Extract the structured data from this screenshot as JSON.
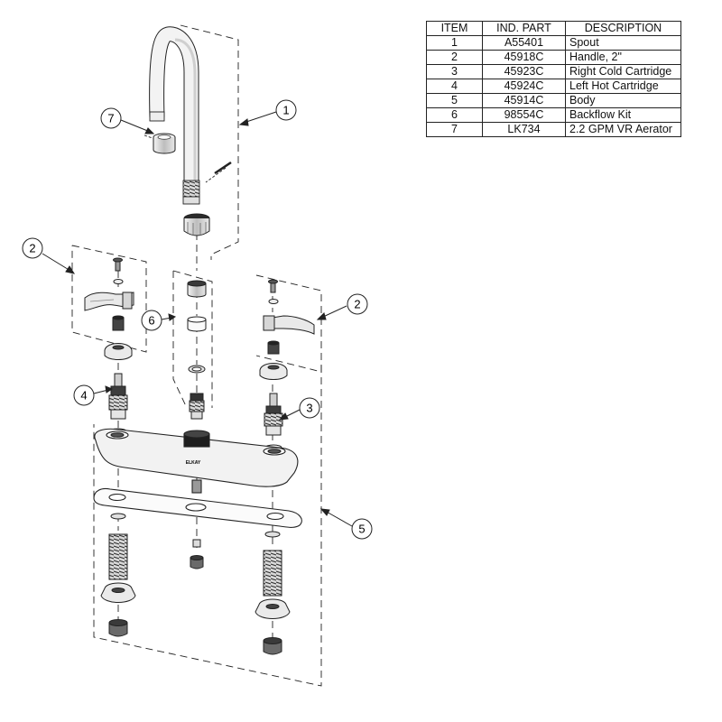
{
  "parts_table": {
    "headers": [
      "ITEM",
      "IND. PART",
      "DESCRIPTION"
    ],
    "rows": [
      {
        "item": "1",
        "part": "A55401",
        "description": "Spout"
      },
      {
        "item": "2",
        "part": "45918C",
        "description": "Handle, 2\""
      },
      {
        "item": "3",
        "part": "45923C",
        "description": "Right Cold Cartridge"
      },
      {
        "item": "4",
        "part": "45924C",
        "description": "Left Hot Cartridge"
      },
      {
        "item": "5",
        "part": "45914C",
        "description": "Body"
      },
      {
        "item": "6",
        "part": "98554C",
        "description": "Backflow Kit"
      },
      {
        "item": "7",
        "part": "LK734",
        "description": "2.2 GPM VR Aerator"
      }
    ]
  },
  "callouts": {
    "spout": "1",
    "handle_left": "2",
    "handle_right": "2",
    "cartridge_right": "3",
    "cartridge_left": "4",
    "body": "5",
    "backflow_kit": "6",
    "aerator": "7"
  },
  "body_brand": "ELKAY"
}
